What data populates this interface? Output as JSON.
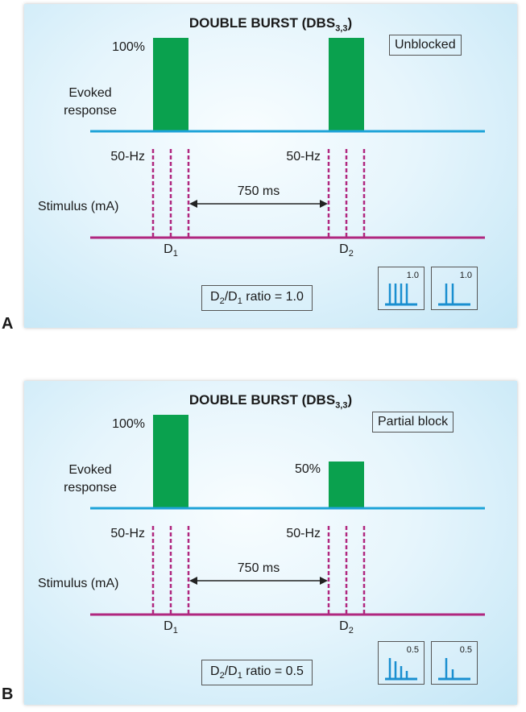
{
  "panels": [
    {
      "letter": "A",
      "title": "DOUBLE BURST (DBS",
      "title_sub": "3,3",
      "title_close": ")",
      "status": "Unblocked",
      "d1_pct": "100%",
      "d2_pct": "",
      "d1_response_fraction": 1.0,
      "d2_response_fraction": 1.0,
      "evoked_label_line1": "Evoked",
      "evoked_label_line2": "response",
      "stim_label": "Stimulus (mA)",
      "hz_label_1": "50-Hz",
      "hz_label_2": "50-Hz",
      "interval_label": "750 ms",
      "d1_letter": "D",
      "d1_sub": "1",
      "d2_letter": "D",
      "d2_sub": "2",
      "ratio_prefix": "D",
      "ratio_sub_1": "2",
      "ratio_mid": "/D",
      "ratio_sub_2": "1",
      "ratio_suffix": " ratio = 1.0",
      "icon_tof_value": "1.0",
      "icon_dbs_value": "1.0"
    },
    {
      "letter": "B",
      "title": "DOUBLE BURST (DBS",
      "title_sub": "3,3",
      "title_close": ")",
      "status": "Partial block",
      "d1_pct": "100%",
      "d2_pct": "50%",
      "d1_response_fraction": 1.0,
      "d2_response_fraction": 0.5,
      "evoked_label_line1": "Evoked",
      "evoked_label_line2": "response",
      "stim_label": "Stimulus (mA)",
      "hz_label_1": "50-Hz",
      "hz_label_2": "50-Hz",
      "interval_label": "750 ms",
      "d1_letter": "D",
      "d1_sub": "1",
      "d2_letter": "D",
      "d2_sub": "2",
      "ratio_prefix": "D",
      "ratio_sub_1": "2",
      "ratio_mid": "/D",
      "ratio_sub_2": "1",
      "ratio_suffix": " ratio = 0.5",
      "icon_tof_value": "0.5",
      "icon_dbs_value": "0.5"
    }
  ],
  "colors": {
    "response_bar": "#0aa14e",
    "baseline_response": "#1ea3d8",
    "stimulus": "#b0277f",
    "icon_line": "#1a8fd0"
  }
}
